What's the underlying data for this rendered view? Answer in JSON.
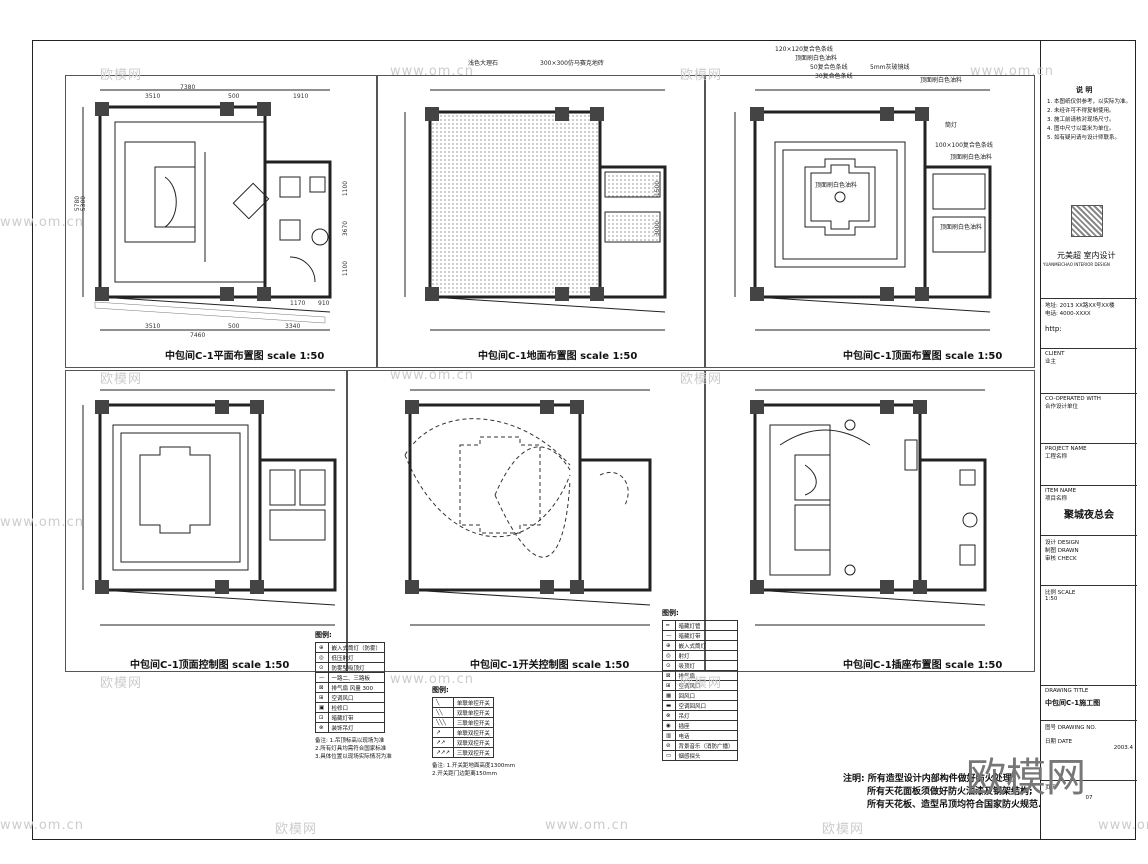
{
  "panels": [
    {
      "title": "中包间C-1平面布置图 scale 1:50"
    },
    {
      "title": "中包间C-1地面布置图 scale 1:50"
    },
    {
      "title": "中包间C-1顶面布置图 scale 1:50"
    },
    {
      "title": "中包间C-1顶面控制图 scale 1:50"
    },
    {
      "title": "中包间C-1开关控制图 scale 1:50"
    },
    {
      "title": "中包间C-1插座布置图 scale 1:50"
    }
  ],
  "dims": {
    "top_total": "7380",
    "top_a": "3510",
    "top_b": "500",
    "top_c": "1910",
    "bottom_total": "7460",
    "bottom_a": "3510",
    "bottom_b": "500",
    "bottom_c": "3340",
    "left_total": "5780",
    "left_b": "5300",
    "small_a": "1100",
    "small_b": "910",
    "small_c": "1170",
    "small_d": "3670",
    "small_e": "1100",
    "side_a": "1500",
    "side_b": "3000",
    "floor_mat_a": "浅色大理石",
    "floor_mat_b": "300×300仿马赛克地砖"
  },
  "ceiling_labels": [
    "120×120复合色条线",
    "顶面刷白色油料",
    "50复合色条线",
    "30复合色条线",
    "5mm灰玻镜线",
    "顶面刷白色油料",
    "筒灯",
    "100×100复合色条线",
    "顶面刷白色油料",
    "顶面刷白色油料",
    "顶面刷白色油料"
  ],
  "legend_ceiling": {
    "title": "图例:",
    "rows": [
      [
        "⊕",
        "嵌入式筒灯（防雾）"
      ],
      [
        "◎",
        "低压射灯"
      ],
      [
        "⊙",
        "防雾型吸顶灯"
      ],
      [
        "—",
        "一路二、三路板"
      ],
      [
        "⊠",
        "排气扇 风量 300"
      ],
      [
        "⊞",
        "空调风口"
      ],
      [
        "▣",
        "检修口"
      ],
      [
        "⊡",
        "暗藏灯带"
      ],
      [
        "⊗",
        "装饰吊灯"
      ]
    ],
    "notes": [
      "备注: 1.吊顶标高以现场为准",
      "2.所有灯具均需符合国家标准",
      "3.具体位置以现场实际情况为准"
    ]
  },
  "legend_switch": {
    "title": "图例:",
    "rows": [
      [
        "╲",
        "单联单控开关"
      ],
      [
        "╲╲",
        "双联单控开关"
      ],
      [
        "╲╲╲",
        "三联单控开关"
      ],
      [
        "↗",
        "单联双控开关"
      ],
      [
        "↗↗",
        "双联双控开关"
      ],
      [
        "↗↗↗",
        "三联双控开关"
      ]
    ],
    "notes": [
      "备注: 1.开关距地面高度1300mm",
      "2.开关距门边距离150mm"
    ]
  },
  "legend_outlet": {
    "title": "图例:",
    "rows": [
      [
        "═",
        "暗藏灯管"
      ],
      [
        "—",
        "暗藏灯带"
      ],
      [
        "⊕",
        "嵌入式筒灯"
      ],
      [
        "◎",
        "射灯"
      ],
      [
        "⊙",
        "吸顶灯"
      ],
      [
        "⊠",
        "排气扇"
      ],
      [
        "⊞",
        "空调风口"
      ],
      [
        "▦",
        "回风口"
      ],
      [
        "▬",
        "空调回风口"
      ],
      [
        "⊗",
        "吊灯"
      ],
      [
        "◉",
        "插座"
      ],
      [
        "▥",
        "电话"
      ],
      [
        "⊘",
        "背景音乐（消防广播）"
      ],
      [
        "▭",
        "烟感探头"
      ]
    ]
  },
  "bottom_notes": [
    "注明: 所有造型设计内部构件做好防火处理;",
    "所有天花面板须做好防火油漆及钢架结构;",
    "所有天花板、造型吊顶均符合国家防火规范."
  ],
  "titleblock": {
    "notes_title": "说 明",
    "notes": [
      "1. 本图纸仅供参考，以实际为准。",
      "2. 未经许可不得复制使用。",
      "3. 施工前请核对现场尺寸。",
      "4. 图中尺寸以毫米为单位。",
      "5. 如有疑问请与设计师联系。"
    ],
    "company_cn": "元美超 室内设计",
    "company_en": "YUANMEICHAO INTERIOR DESIGN",
    "address": "地址: 2013 XX路XX号XX楼",
    "phone": "电话: 4000-XXXX",
    "http_label": "http:",
    "client_label": "CLIENT",
    "client_cn": "业主",
    "coop_label": "CO-OPERATED WITH",
    "coop_cn": "合作设计单位",
    "project_label": "PROJECT NAME",
    "project_cn": "工程名称",
    "item_label": "ITEM NAME",
    "item_cn": "项目名称",
    "project_name": "聚城夜总会",
    "staff": [
      [
        "设计",
        "DESIGN"
      ],
      [
        "制图",
        "DRAWN"
      ],
      [
        "审核",
        "CHECK"
      ]
    ],
    "scale_label": "比例 SCALE",
    "scale_value": "1:50",
    "drawing_title_label": "DRAWING TITLE",
    "drawing_title": "中包间C-1施工图",
    "drawing_no_label": "图号 DRAWING NO.",
    "date_label": "日期 DATE",
    "date_value": "2003.4",
    "sheet_label": "页码",
    "sheet_value": "07"
  },
  "watermark": "欧模网",
  "watermark_url": "www.om.cn",
  "brand_watermark": "欧模网"
}
